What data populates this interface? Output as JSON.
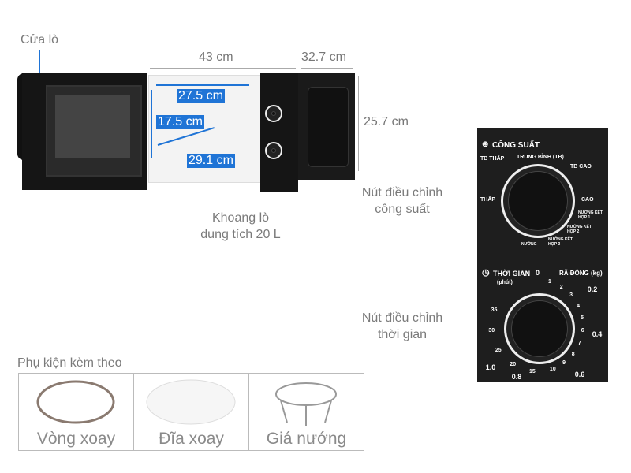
{
  "labels": {
    "door": "Cửa lò",
    "cavity": "Khoang lò\ndung tích 20 L",
    "power_knob": "Nút điều chỉnh\ncông suất",
    "timer_knob": "Nút điều chỉnh\nthời gian"
  },
  "dimensions": {
    "width": "43 cm",
    "depth": "32.7 cm",
    "height": "25.7 cm",
    "inner_width": "27.5 cm",
    "inner_height": "17.5 cm",
    "inner_diagonal": "29.1 cm"
  },
  "panel": {
    "power_title": "CÔNG SUẤT",
    "power_settings": [
      "TB THẤP",
      "TRUNG BÌNH (TB)",
      "TB CAO",
      "CAO",
      "NƯỚNG KẾT HỢP 1",
      "NƯỚNG KẾT HỢP 2",
      "NƯỚNG KẾT HỢP 3",
      "NƯỚNG",
      "THẤP"
    ],
    "time_title": "THỜI GIAN",
    "time_unit": "(phút)",
    "defrost_title": "RÃ ĐÔNG (kg)",
    "time_marks": [
      "0",
      "1",
      "2",
      "3",
      "4",
      "5",
      "6",
      "7",
      "8",
      "9",
      "10",
      "15",
      "20",
      "25",
      "30",
      "35"
    ],
    "defrost_marks": [
      "0.2",
      "0.4",
      "0.6",
      "0.8",
      "1.0"
    ]
  },
  "accessories": {
    "title": "Phụ kiện kèm theo",
    "items": [
      {
        "label": "Vòng xoay"
      },
      {
        "label": "Đĩa xoay"
      },
      {
        "label": "Giá nướng"
      }
    ]
  },
  "colors": {
    "accent": "#1f74d6",
    "panel": "#1e1e1e"
  }
}
